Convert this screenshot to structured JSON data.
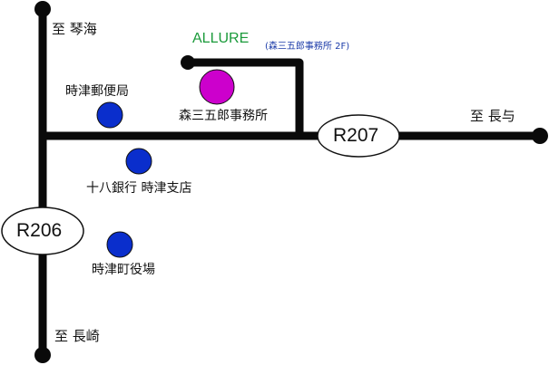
{
  "colors": {
    "road": "#0a0a0a",
    "landmark": "#0a2ecc",
    "office": "#cc00cc",
    "allure_text": "#1a9a3a",
    "allure_sub_text": "#1a3aa8"
  },
  "destinations": {
    "north": "至 琴海",
    "south": "至 長崎",
    "east": "至 長与"
  },
  "routes": {
    "r206": "R206",
    "r207": "R207"
  },
  "allure": {
    "name": "ALLURE",
    "location_note": "(森三五郎事務所 2F)"
  },
  "landmarks": {
    "office": "森三五郎事務所",
    "post_office": "時津郵便局",
    "bank": "十八銀行 時津支店",
    "town_hall": "時津町役場"
  }
}
